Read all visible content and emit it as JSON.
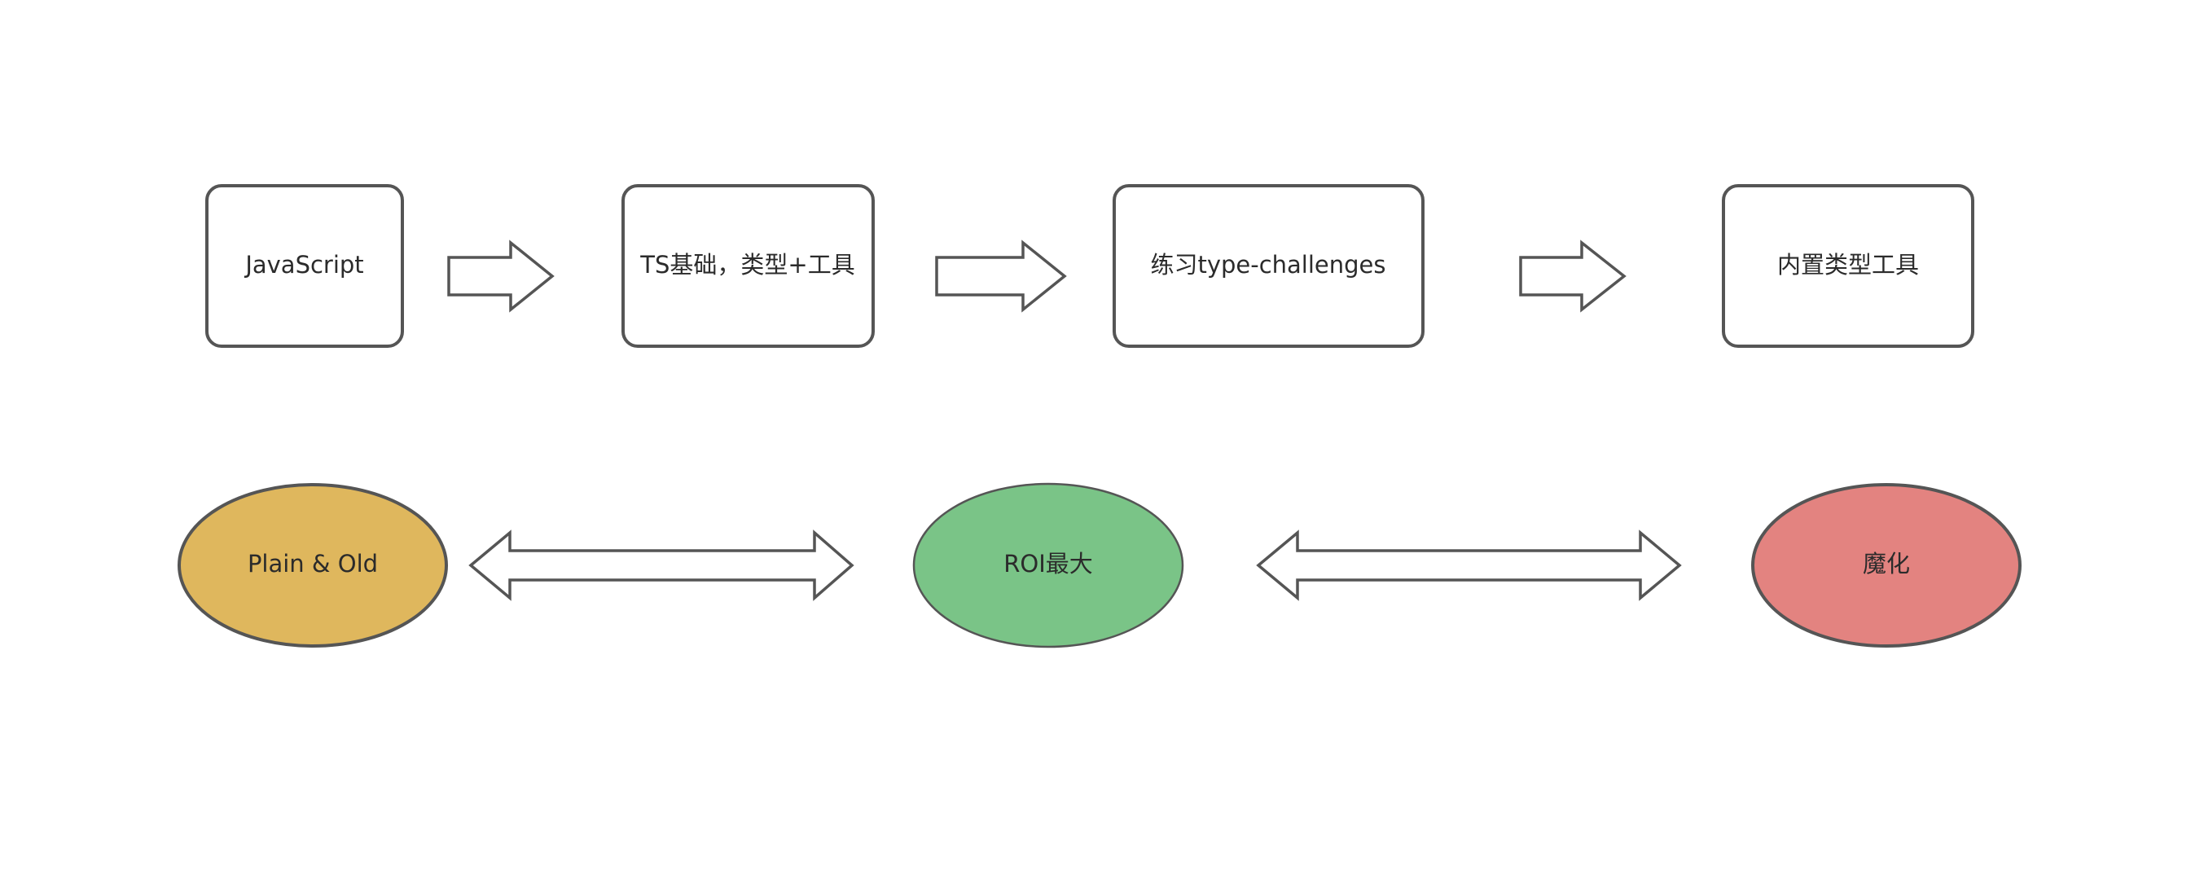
{
  "colors": {
    "background": "#ffffff",
    "stroke": "#555555",
    "box_fill": "#ffffff",
    "arrow_fill": "#ffffff",
    "label_text": "#2b2b2b",
    "oval_plain_old": "#dfb75d",
    "oval_roi": "#7ac487",
    "oval_magic": "#e38380"
  },
  "learning_path": {
    "steps": [
      {
        "label": "JavaScript"
      },
      {
        "label": "TS基础，类型+工具"
      },
      {
        "label": "练习type-challenges"
      },
      {
        "label": "内置类型工具"
      }
    ],
    "arrow_icon": "right-arrow-icon"
  },
  "spectrum": {
    "points": [
      {
        "label": "Plain & Old",
        "color": "#dfb75d"
      },
      {
        "label": "ROI最大",
        "color": "#7ac487"
      },
      {
        "label": "魔化",
        "color": "#e38380"
      }
    ],
    "arrow_icon": "double-headed-arrow-icon"
  }
}
